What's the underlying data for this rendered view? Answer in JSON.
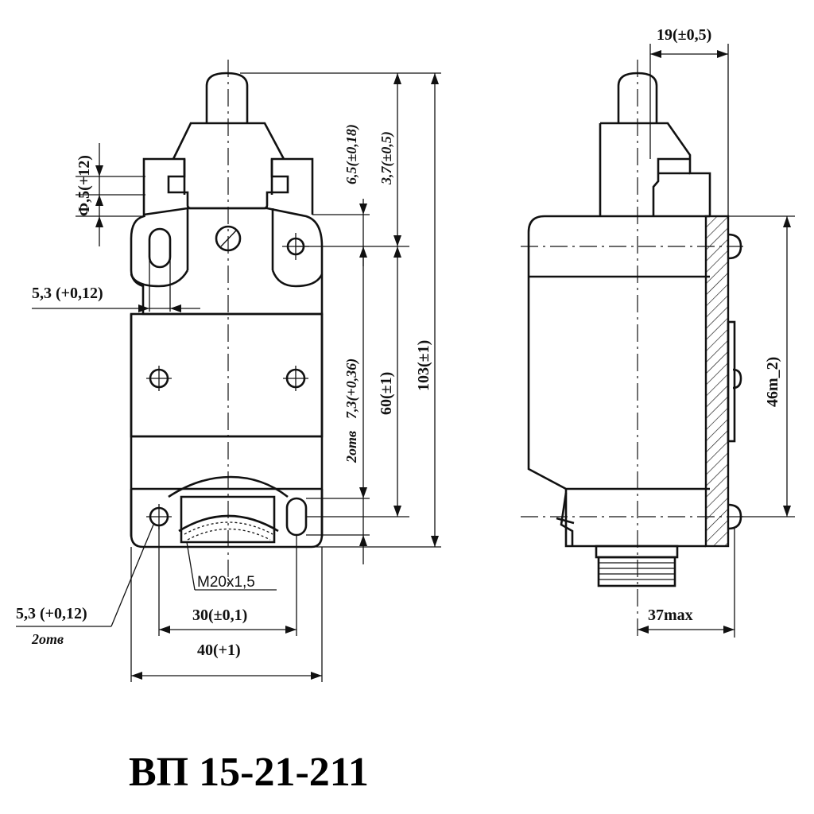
{
  "title": "ВП 15-21-211",
  "front_view": {
    "dims": {
      "hole_d": "Ф,5(+12)",
      "slot_w": "5,3 (+0,12)",
      "h_6_5": "6,5(±0,18)",
      "h_3_7": "3,7(±0,5)",
      "holes_2_label": "2отв",
      "holes_7_3": "7,3(+0,36)",
      "h_60": "60(±1)",
      "h_103": "103(±1)",
      "thread": "M20x1,5",
      "slot_w_bottom": "5,3 (+0,12)",
      "holes_2_bottom": "2отв",
      "w_30": "30(±0,1)",
      "w_40": "40(+1)"
    }
  },
  "side_view": {
    "dims": {
      "w_19": "19(±0,5)",
      "h_46": "46m_2)",
      "w_37": "37max"
    }
  }
}
